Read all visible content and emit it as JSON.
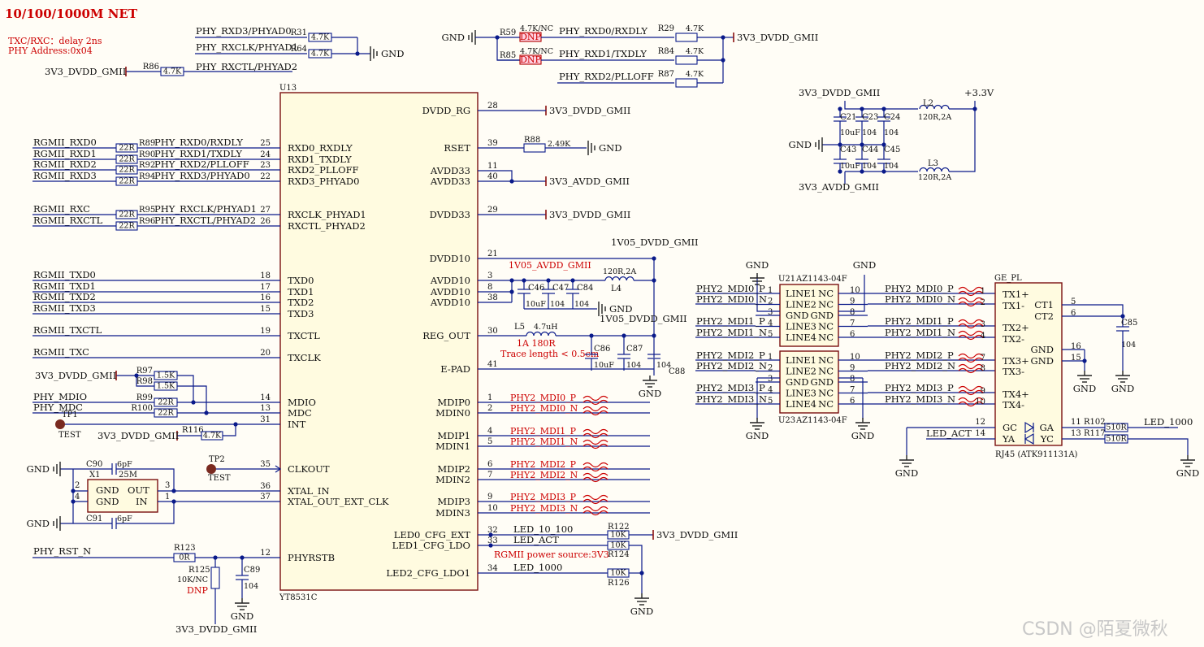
{
  "title": "10/100/1000M NET",
  "notes": [
    "TXC/RXC：delay 2ns",
    "PHY Address:0x04"
  ],
  "watermark": "CSDN @陌夏微秋",
  "gnd": "GND",
  "u13": {
    "ref": "U13",
    "part": "YT8531C",
    "left_pins": [
      {
        "pin": "25",
        "name": "RXD0_RXDLY"
      },
      {
        "pin": "24",
        "name": "RXD1_TXDLY"
      },
      {
        "pin": "23",
        "name": "RXD2_PLLOFF"
      },
      {
        "pin": "22",
        "name": "RXD3_PHYAD0"
      },
      {
        "pin": "27",
        "name": "RXCLK_PHYAD1"
      },
      {
        "pin": "26",
        "name": "RXCTL_PHYAD2"
      },
      {
        "pin": "18",
        "name": "TXD0"
      },
      {
        "pin": "17",
        "name": "TXD1"
      },
      {
        "pin": "16",
        "name": "TXD2"
      },
      {
        "pin": "15",
        "name": "TXD3"
      },
      {
        "pin": "19",
        "name": "TXCTL"
      },
      {
        "pin": "20",
        "name": "TXCLK"
      },
      {
        "pin": "14",
        "name": "MDIO"
      },
      {
        "pin": "13",
        "name": "MDC"
      },
      {
        "pin": "31",
        "name": "INT"
      },
      {
        "pin": "35",
        "name": "CLKOUT"
      },
      {
        "pin": "36",
        "name": "XTAL_IN"
      },
      {
        "pin": "37",
        "name": "XTAL_OUT_EXT_CLK"
      },
      {
        "pin": "12",
        "name": "PHYRSTB"
      }
    ],
    "right_pins": [
      {
        "pin": "28",
        "name": "DVDD_RG"
      },
      {
        "pin": "39",
        "name": "RSET"
      },
      {
        "pin": "11",
        "name": "AVDD33"
      },
      {
        "pin": "40",
        "name": "AVDD33"
      },
      {
        "pin": "29",
        "name": "DVDD33"
      },
      {
        "pin": "21",
        "name": "DVDD10"
      },
      {
        "pin": "3",
        "name": "AVDD10"
      },
      {
        "pin": "8",
        "name": "AVDD10"
      },
      {
        "pin": "38",
        "name": "AVDD10"
      },
      {
        "pin": "30",
        "name": "REG_OUT"
      },
      {
        "pin": "41",
        "name": "E-PAD"
      },
      {
        "pin": "1",
        "name": "MDIP0"
      },
      {
        "pin": "2",
        "name": "MDIN0"
      },
      {
        "pin": "4",
        "name": "MDIP1"
      },
      {
        "pin": "5",
        "name": "MDIN1"
      },
      {
        "pin": "6",
        "name": "MDIP2"
      },
      {
        "pin": "7",
        "name": "MDIN2"
      },
      {
        "pin": "9",
        "name": "MDIP3"
      },
      {
        "pin": "10",
        "name": "MDIN3"
      },
      {
        "pin": "32",
        "name": "LED0_CFG_EXT"
      },
      {
        "pin": "33",
        "name": "LED1_CFG_LDO"
      },
      {
        "pin": "34",
        "name": "LED2_CFG_LDO1"
      }
    ]
  },
  "rgmii_rx": [
    {
      "net": "RGMII_RXD0",
      "ref": "R89",
      "val": "22R",
      "phy": "PHY_RXD0/RXDLY"
    },
    {
      "net": "RGMII_RXD1",
      "ref": "R90",
      "val": "22R",
      "phy": "PHY_RXD1/TXDLY"
    },
    {
      "net": "RGMII_RXD2",
      "ref": "R92",
      "val": "22R",
      "phy": "PHY_RXD2/PLLOFF"
    },
    {
      "net": "RGMII_RXD3",
      "ref": "R94",
      "val": "22R",
      "phy": "PHY_RXD3/PHYAD0"
    },
    {
      "net": "RGMII_RXC",
      "ref": "R95",
      "val": "22R",
      "phy": "PHY_RXCLK/PHYAD1"
    },
    {
      "net": "RGMII_RXCTL",
      "ref": "R96",
      "val": "22R",
      "phy": "PHY_RXCTL/PHYAD2"
    }
  ],
  "rgmii_tx": [
    "RGMII_TXD0",
    "RGMII_TXD1",
    "RGMII_TXD2",
    "RGMII_TXD3",
    "RGMII_TXCTL",
    "RGMII_TXC"
  ],
  "top_straps": [
    {
      "net": "PHY_RXD3/PHYAD0",
      "ref": "R31",
      "val": "4.7K"
    },
    {
      "net": "PHY_RXCLK/PHYAD1",
      "ref": "R64",
      "val": "4.7K"
    },
    {
      "net": "PHY_RXCTL/PHYAD2",
      "ref": "R86",
      "val": "4.7K",
      "pwr": "3V3_DVDD_GMII"
    }
  ],
  "dnp_straps": [
    {
      "dnp_ref": "R59",
      "dnp_val": "4.7K/NC",
      "net": "PHY_RXD0/RXDLY",
      "ref": "R29",
      "val": "4.7K"
    },
    {
      "dnp_ref": "R85",
      "dnp_val": "4.7K/NC",
      "net": "PHY_RXD1/TXDLY",
      "ref": "R84",
      "val": "4.7K"
    },
    {
      "net": "PHY_RXD2/PLLOFF",
      "ref": "R87",
      "val": "4.7K"
    }
  ],
  "dnp": "DNP",
  "pwr": {
    "dvdd_gmii": "3V3_DVDD_GMII",
    "avdd_gmii": "3V3_AVDD_GMII",
    "v1_dvdd": "1V05_DVDD_GMII",
    "v1_avdd": "1V05_AVDD_GMII",
    "p3v3": "+3.3V"
  },
  "rset": {
    "ref": "R88",
    "val": "2.49K"
  },
  "l4": {
    "ref": "L4",
    "val": "120R,2A"
  },
  "l5": {
    "ref": "L5",
    "val": "4.7uH",
    "val2": "1A 180R",
    "note": "Trace length < 0.5cm"
  },
  "caps_1v": [
    {
      "ref": "C46",
      "val": "10uF"
    },
    {
      "ref": "C47",
      "val": "104"
    },
    {
      "ref": "C84",
      "val": "104"
    }
  ],
  "caps_reg": [
    {
      "ref": "C86",
      "val": "10uF"
    },
    {
      "ref": "C87",
      "val": "104"
    },
    {
      "ref": "C88",
      "val": "104"
    }
  ],
  "mdio": [
    {
      "net": "PHY_MDIO",
      "ref": "R99",
      "val": "22R",
      "pu": "R97",
      "puval": "1.5K"
    },
    {
      "net": "PHY_MDC",
      "ref": "R100",
      "val": "22R",
      "pu": "R98",
      "puval": "1.5K"
    }
  ],
  "int": {
    "ref": "R116",
    "val": "4.7K",
    "pwr": "3V3_DVDD_GMII"
  },
  "tp1": {
    "ref": "TP1",
    "label": "TEST"
  },
  "tp2": {
    "ref": "TP2",
    "label": "TEST"
  },
  "xtal": {
    "ref": "X1",
    "freq": "25M",
    "pins": {
      "gnd1": "GND",
      "gnd2": "GND",
      "out": "OUT",
      "in": "IN",
      "p2": "2",
      "p4": "4",
      "p3": "3",
      "p1": "1"
    },
    "c90": "C90",
    "c91": "C91",
    "cval": "6pF"
  },
  "reset": {
    "net": "PHY_RST_N",
    "r": "R123",
    "rval": "0R",
    "r2": "R125",
    "r2val": "10K/NC",
    "c": "C89",
    "cval": "104"
  },
  "mdi": [
    "PHY2_MDI0_P",
    "PHY2_MDI0_N",
    "PHY2_MDI1_P",
    "PHY2_MDI1_N",
    "PHY2_MDI2_P",
    "PHY2_MDI2_N",
    "PHY2_MDI3_P",
    "PHY2_MDI3_N"
  ],
  "leds": [
    {
      "net": "LED_10_100",
      "ref": "R122",
      "val": "10K"
    },
    {
      "net": "LED_ACT",
      "ref": "R124",
      "val": "10K"
    },
    {
      "net": "LED_1000",
      "ref": "R126",
      "val": "10K"
    }
  ],
  "rgmii_note": "RGMII power source:3V3",
  "decoupling": {
    "l2": "L2",
    "l3": "L3",
    "lval": "120R,2A",
    "top_caps": [
      {
        "ref": "C21",
        "val": "10uF"
      },
      {
        "ref": "C23",
        "val": "104"
      },
      {
        "ref": "C24",
        "val": "104"
      }
    ],
    "bot_caps": [
      {
        "ref": "C43",
        "val": "10uF"
      },
      {
        "ref": "C44",
        "val": "104"
      },
      {
        "ref": "C45",
        "val": "104"
      }
    ]
  },
  "esd": [
    {
      "ref": "U21",
      "part": "AZ1143-04F",
      "rows": [
        {
          "lp": "1",
          "ln": "LINE1",
          "rn": "NC",
          "rp": "10"
        },
        {
          "lp": "2",
          "ln": "LINE2",
          "rn": "NC",
          "rp": "9"
        },
        {
          "lp": "3",
          "ln": "GND",
          "rn": "GND",
          "rp": "8"
        },
        {
          "lp": "4",
          "ln": "LINE3",
          "rn": "NC",
          "rp": "7"
        },
        {
          "lp": "5",
          "ln": "LINE4",
          "rn": "NC",
          "rp": "6"
        }
      ]
    },
    {
      "ref": "U23",
      "part": "AZ1143-04F",
      "rows": [
        {
          "lp": "1",
          "ln": "LINE1",
          "rn": "NC",
          "rp": "10"
        },
        {
          "lp": "2",
          "ln": "LINE2",
          "rn": "NC",
          "rp": "9"
        },
        {
          "lp": "3",
          "ln": "GND",
          "rn": "GND",
          "rp": "8"
        },
        {
          "lp": "4",
          "ln": "LINE3",
          "rn": "NC",
          "rp": "7"
        },
        {
          "lp": "5",
          "ln": "LINE4",
          "rn": "NC",
          "rp": "6"
        }
      ]
    }
  ],
  "rj45": {
    "ref": "GE_PL",
    "part": "RJ45 (ATK911131A)",
    "pins": [
      {
        "pin": "1",
        "name": "TX1+"
      },
      {
        "pin": "2",
        "name": "TX1-"
      },
      {
        "pin": "3",
        "name": "TX2+"
      },
      {
        "pin": "4",
        "name": "TX2-"
      },
      {
        "pin": "7",
        "name": "TX3+"
      },
      {
        "pin": "8",
        "name": "TX3-"
      },
      {
        "pin": "9",
        "name": "TX4+"
      },
      {
        "pin": "10",
        "name": "TX4-"
      }
    ],
    "right": [
      {
        "pin": "5",
        "name": "CT1"
      },
      {
        "pin": "6",
        "name": "CT2"
      },
      {
        "pin": "16",
        "name": "GND"
      },
      {
        "pin": "15",
        "name": "GND"
      }
    ],
    "led": {
      "gc": "GC",
      "ya": "YA",
      "ga": "GA",
      "yc": "YC",
      "p12": "12",
      "p14": "14",
      "p11": "11",
      "p13": "13",
      "r102": "R102",
      "r117": "R117",
      "rval": "510R"
    },
    "c85": {
      "ref": "C85",
      "val": "104"
    }
  }
}
